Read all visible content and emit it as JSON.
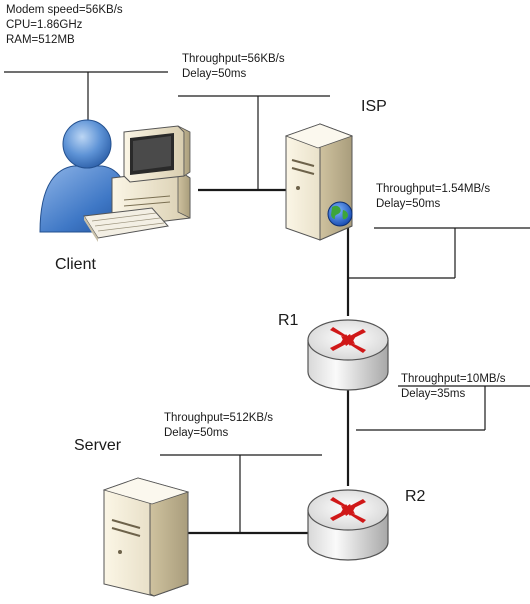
{
  "client_specs": [
    "Modem speed=56KB/s",
    "CPU=1.86GHz",
    "RAM=512MB"
  ],
  "links": {
    "client_isp": {
      "throughput": "Throughput=56KB/s",
      "delay": "Delay=50ms"
    },
    "isp_r1": {
      "throughput": "Throughput=1.54MB/s",
      "delay": "Delay=50ms"
    },
    "r1_r2": {
      "throughput": "Throughput=10MB/s",
      "delay": "Delay=35ms"
    },
    "r2_server": {
      "throughput": "Throughput=512KB/s",
      "delay": "Delay=50ms"
    }
  },
  "nodes": {
    "client": "Client",
    "isp": "ISP",
    "r1": "R1",
    "r2": "R2",
    "server": "Server"
  }
}
